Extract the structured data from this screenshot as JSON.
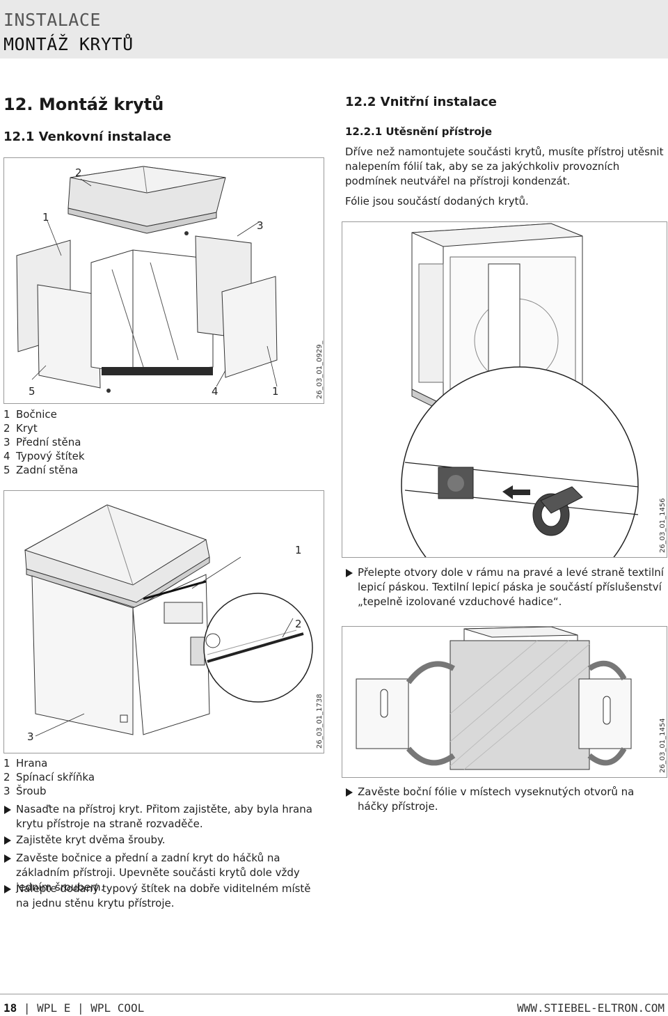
{
  "header": {
    "section": "INSTALACE",
    "title": "MONTÁŽ KRYTŮ"
  },
  "left": {
    "h1": "12.  Montáž krytů",
    "h2": "12.1  Venkovní instalace",
    "fig1": {
      "id": "26_03_01_0929_",
      "callouts": [
        "1",
        "2",
        "3",
        "5",
        "4",
        "1"
      ]
    },
    "legend1": [
      {
        "n": "1",
        "label": "Bočnice"
      },
      {
        "n": "2",
        "label": "Kryt"
      },
      {
        "n": "3",
        "label": "Přední stěna"
      },
      {
        "n": "4",
        "label": "Typový štítek"
      },
      {
        "n": "5",
        "label": "Zadní stěna"
      }
    ],
    "fig2": {
      "id": "26_03_01_1738",
      "callouts": [
        "1",
        "2",
        "3"
      ]
    },
    "legend2": [
      {
        "n": "1",
        "label": "Hrana"
      },
      {
        "n": "2",
        "label": "Spínací skříňka"
      },
      {
        "n": "3",
        "label": "Šroub"
      }
    ],
    "bullets": [
      "Nasaďte na přístroj kryt. Přitom zajistěte, aby byla hrana krytu přístroje na straně rozvaděče.",
      "Zajistěte kryt dvěma šrouby.",
      "Zavěste bočnice a přední a zadní kryt do háčků na základním přístroji. Upevněte součásti krytů dole vždy jedním šroubem.",
      "Nalepte dodaný typový štítek na dobře viditelném místě na jednu stěnu krytu přístroje."
    ]
  },
  "right": {
    "h2": "12.2  Vnitřní instalace",
    "h3": "12.2.1  Utěsnění přístroje",
    "para1": "Dříve než namontujete součásti krytů, musíte přístroj utěsnit nalepením fólií tak, aby se za jakýchkoliv provozních podmínek neutvářel na přístroji kondenzát.",
    "para2": "Fólie jsou součástí dodaných krytů.",
    "fig3": {
      "id": "26_03_01_1456"
    },
    "bullet1": "Přelepte otvory dole v rámu na pravé a levé straně textilní lepicí páskou. Textilní lepicí páska je součástí příslušenství „tepelně izolované vzduchové hadice“.",
    "fig4": {
      "id": "26_03_01_1454"
    },
    "bullet2": "Zavěste boční fólie v místech vyseknutých otvorů na háčky přístroje."
  },
  "footer": {
    "page": "18",
    "product": "WPL E | WPL COOL",
    "site": "WWW.STIEBEL-ELTRON.COM"
  }
}
